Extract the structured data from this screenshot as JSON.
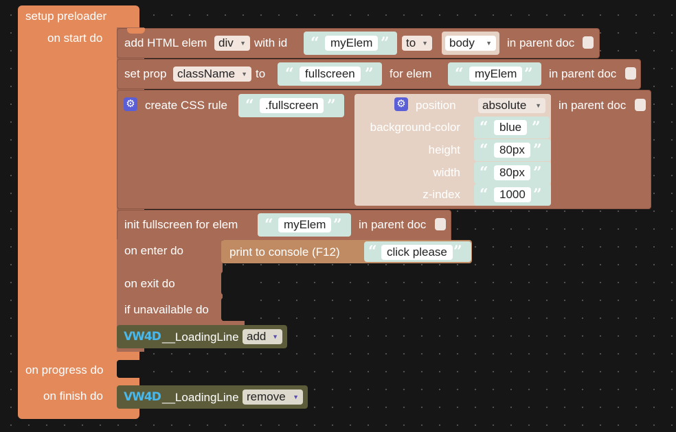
{
  "preloader": {
    "title": "setup preloader",
    "on_start": "on start do",
    "on_progress": "on progress do",
    "on_finish": "on finish do"
  },
  "add_html": {
    "label": "add HTML elem",
    "tag": "div",
    "with_id": "with id",
    "id": "myElem",
    "to": "to",
    "target": "body",
    "in_parent": "in parent doc"
  },
  "set_prop": {
    "label": "set prop",
    "prop": "className",
    "to": "to",
    "value": "fullscreen",
    "for_elem": "for elem",
    "elem": "myElem",
    "in_parent": "in parent doc"
  },
  "css_rule": {
    "label": "create CSS rule",
    "selector": ".fullscreen",
    "in_parent": "in parent doc",
    "props": {
      "position_label": "position",
      "position_value": "absolute",
      "bg_label": "background-color",
      "bg_value": "blue",
      "height_label": "height",
      "height_value": "80px",
      "width_label": "width",
      "width_value": "80px",
      "z_label": "z-index",
      "z_value": "1000"
    }
  },
  "fullscreen": {
    "label": "init fullscreen for elem",
    "elem": "myElem",
    "in_parent": "in parent doc",
    "on_enter": "on enter do",
    "on_exit": "on exit do",
    "if_unavailable": "if unavailable do"
  },
  "print": {
    "label": "print to console (F12)",
    "text": "click please"
  },
  "loading_add": {
    "logo": "VW4D",
    "name": "__LoadingLine",
    "action": "add"
  },
  "loading_remove": {
    "logo": "VW4D",
    "name": "__LoadingLine",
    "action": "remove"
  },
  "icons": {
    "quote": "quote-icon",
    "gear": "gear-icon",
    "dropdown": "dropdown-arrow-icon"
  },
  "colors": {
    "preloader": "#e3895a",
    "dom_block": "#a86b55",
    "css_props": "#e6d2c4",
    "text_block": "#cde5dc",
    "print_block": "#c08a62",
    "vw4d_block": "#5c5c3a",
    "background": "#161616"
  }
}
